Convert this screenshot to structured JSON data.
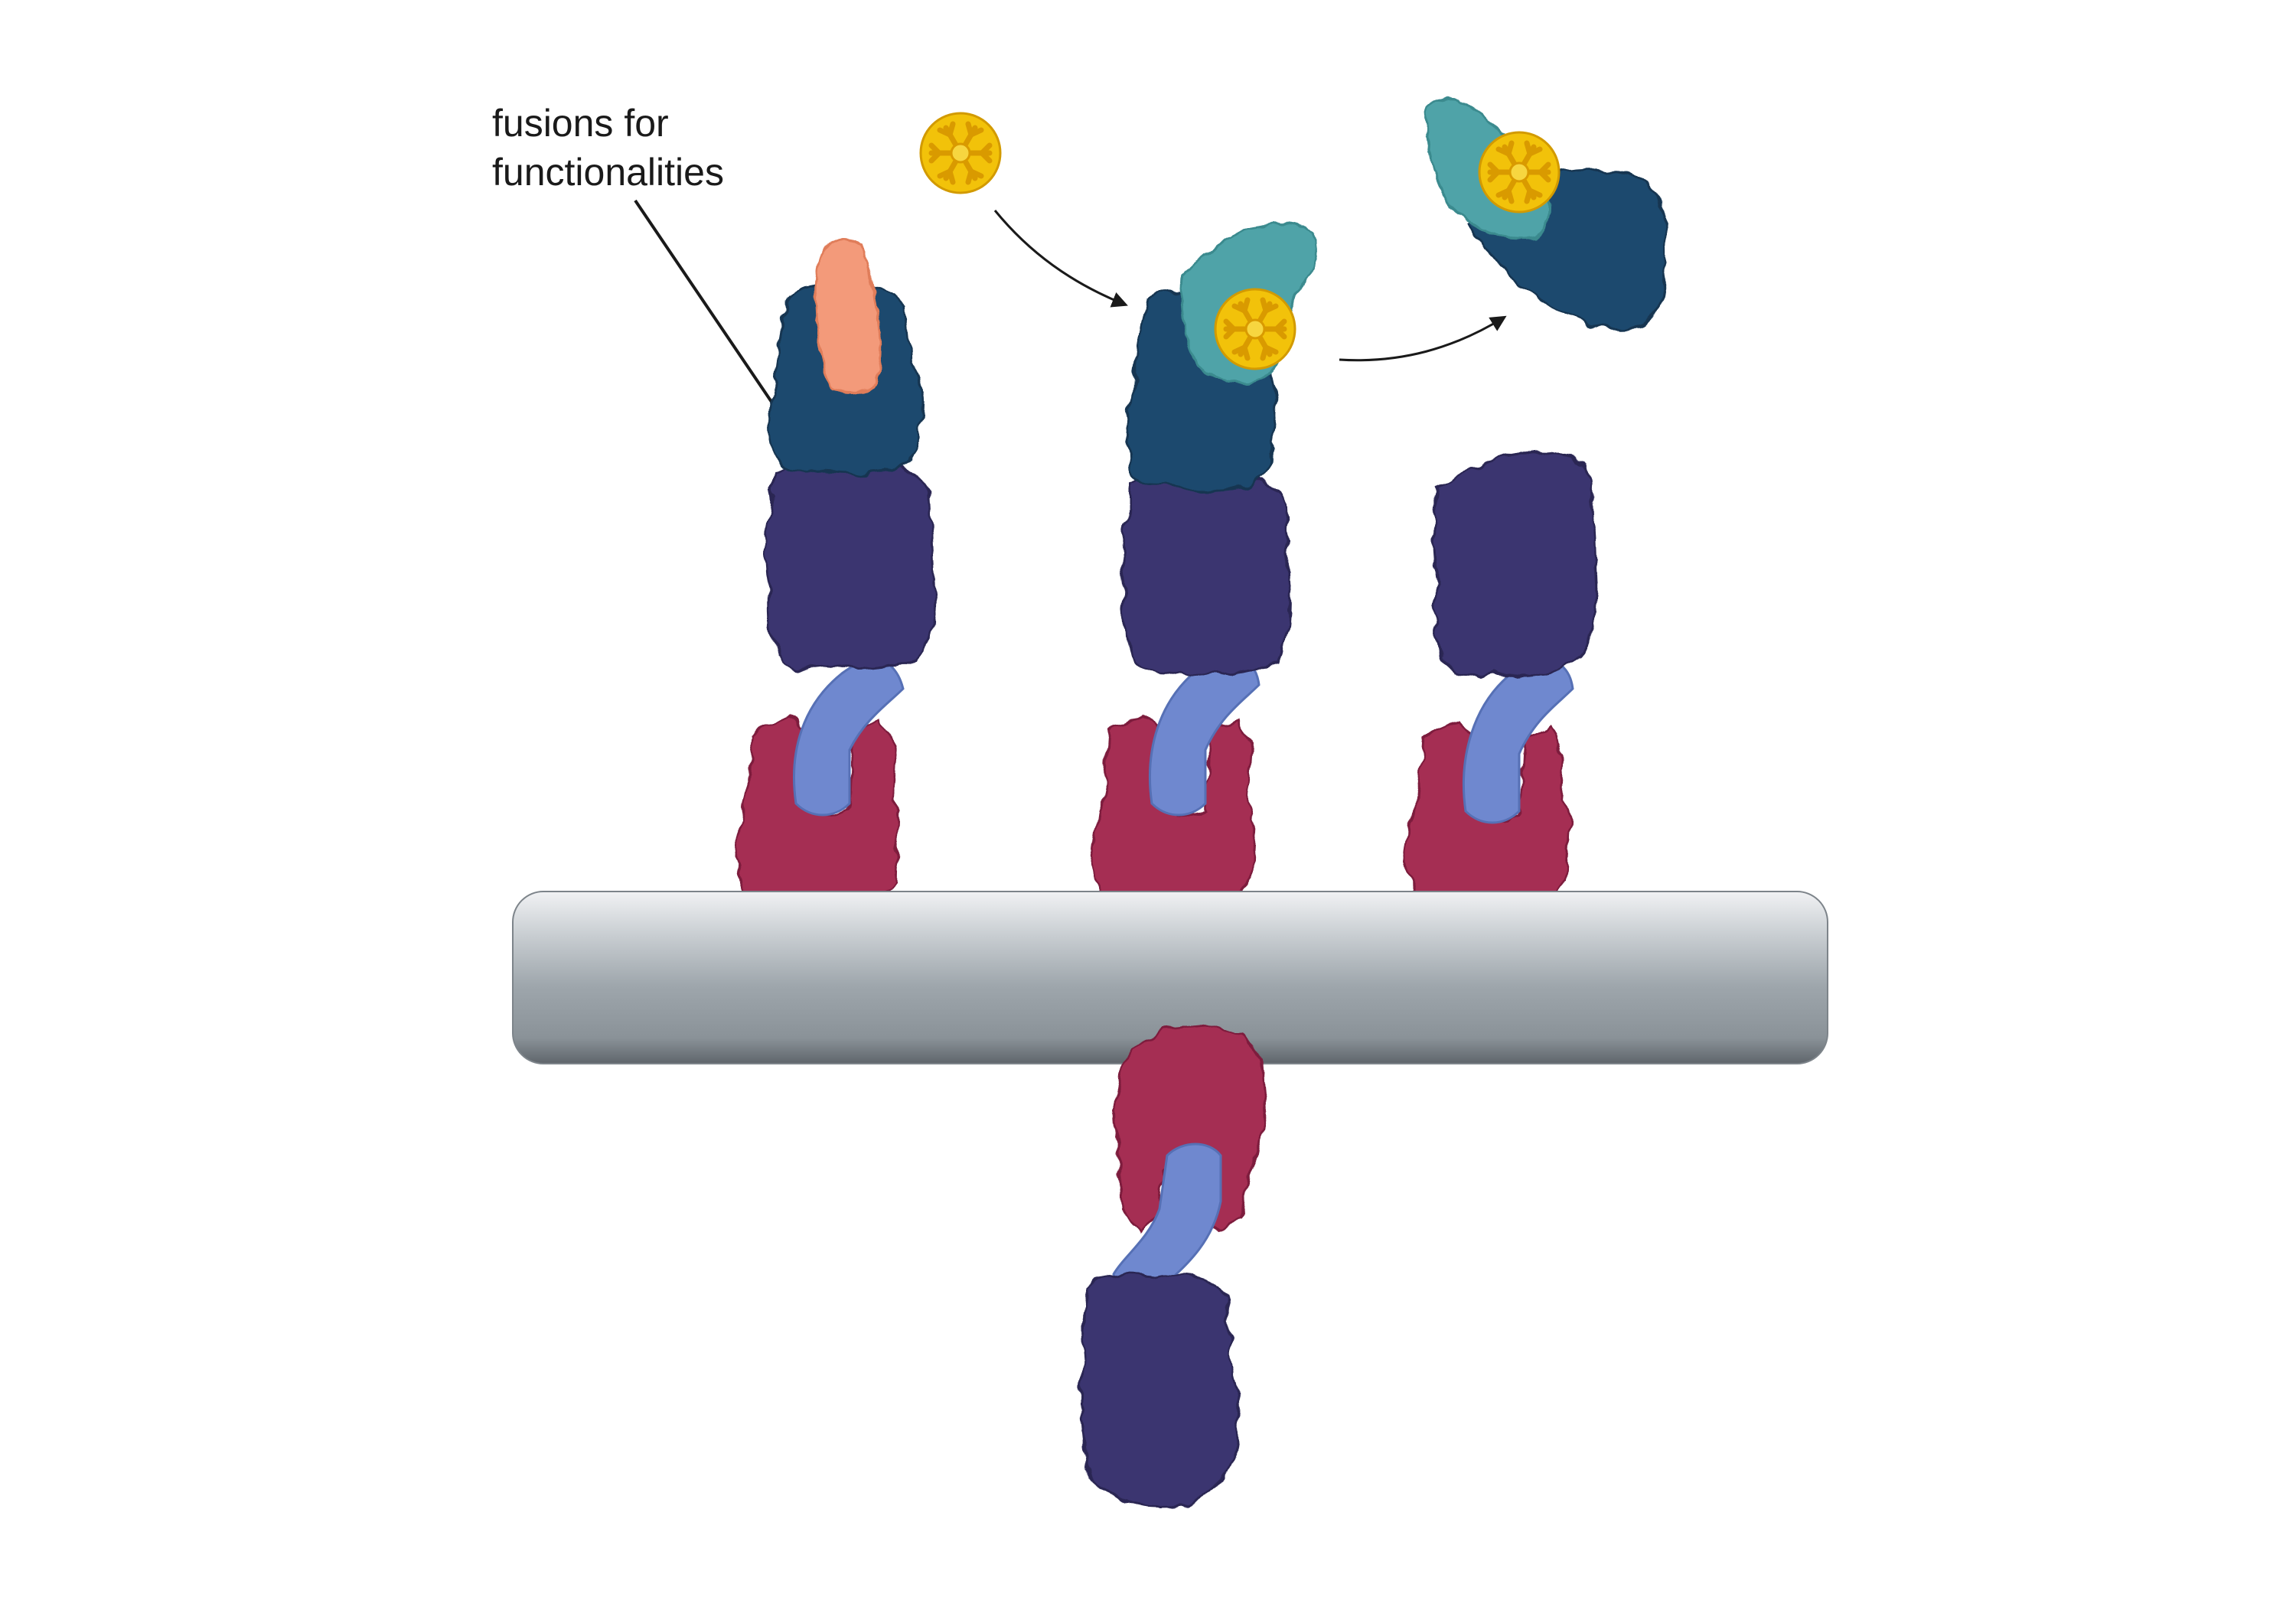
{
  "annotation": {
    "line1": "fusions for",
    "line2": "functionalities"
  },
  "colors": {
    "membrane_top": "#e4e6e8",
    "membrane_mid": "#9aa2a8",
    "membrane_bottom": "#6c7278",
    "anchor_red": "#a52d52",
    "linker_blue": "#6f88cf",
    "domain_purple": "#3b356f",
    "domain_navy": "#1e4a6e",
    "fusion_orange": "#f39a7a",
    "binder_teal": "#4fa3a8",
    "ligand_yellow": "#f2c20a",
    "arrow": "#1a1a1a"
  },
  "icons": {
    "membrane": "membrane-rod",
    "ligand": "ligand-snowflake",
    "arrows": "curved-arrow"
  }
}
